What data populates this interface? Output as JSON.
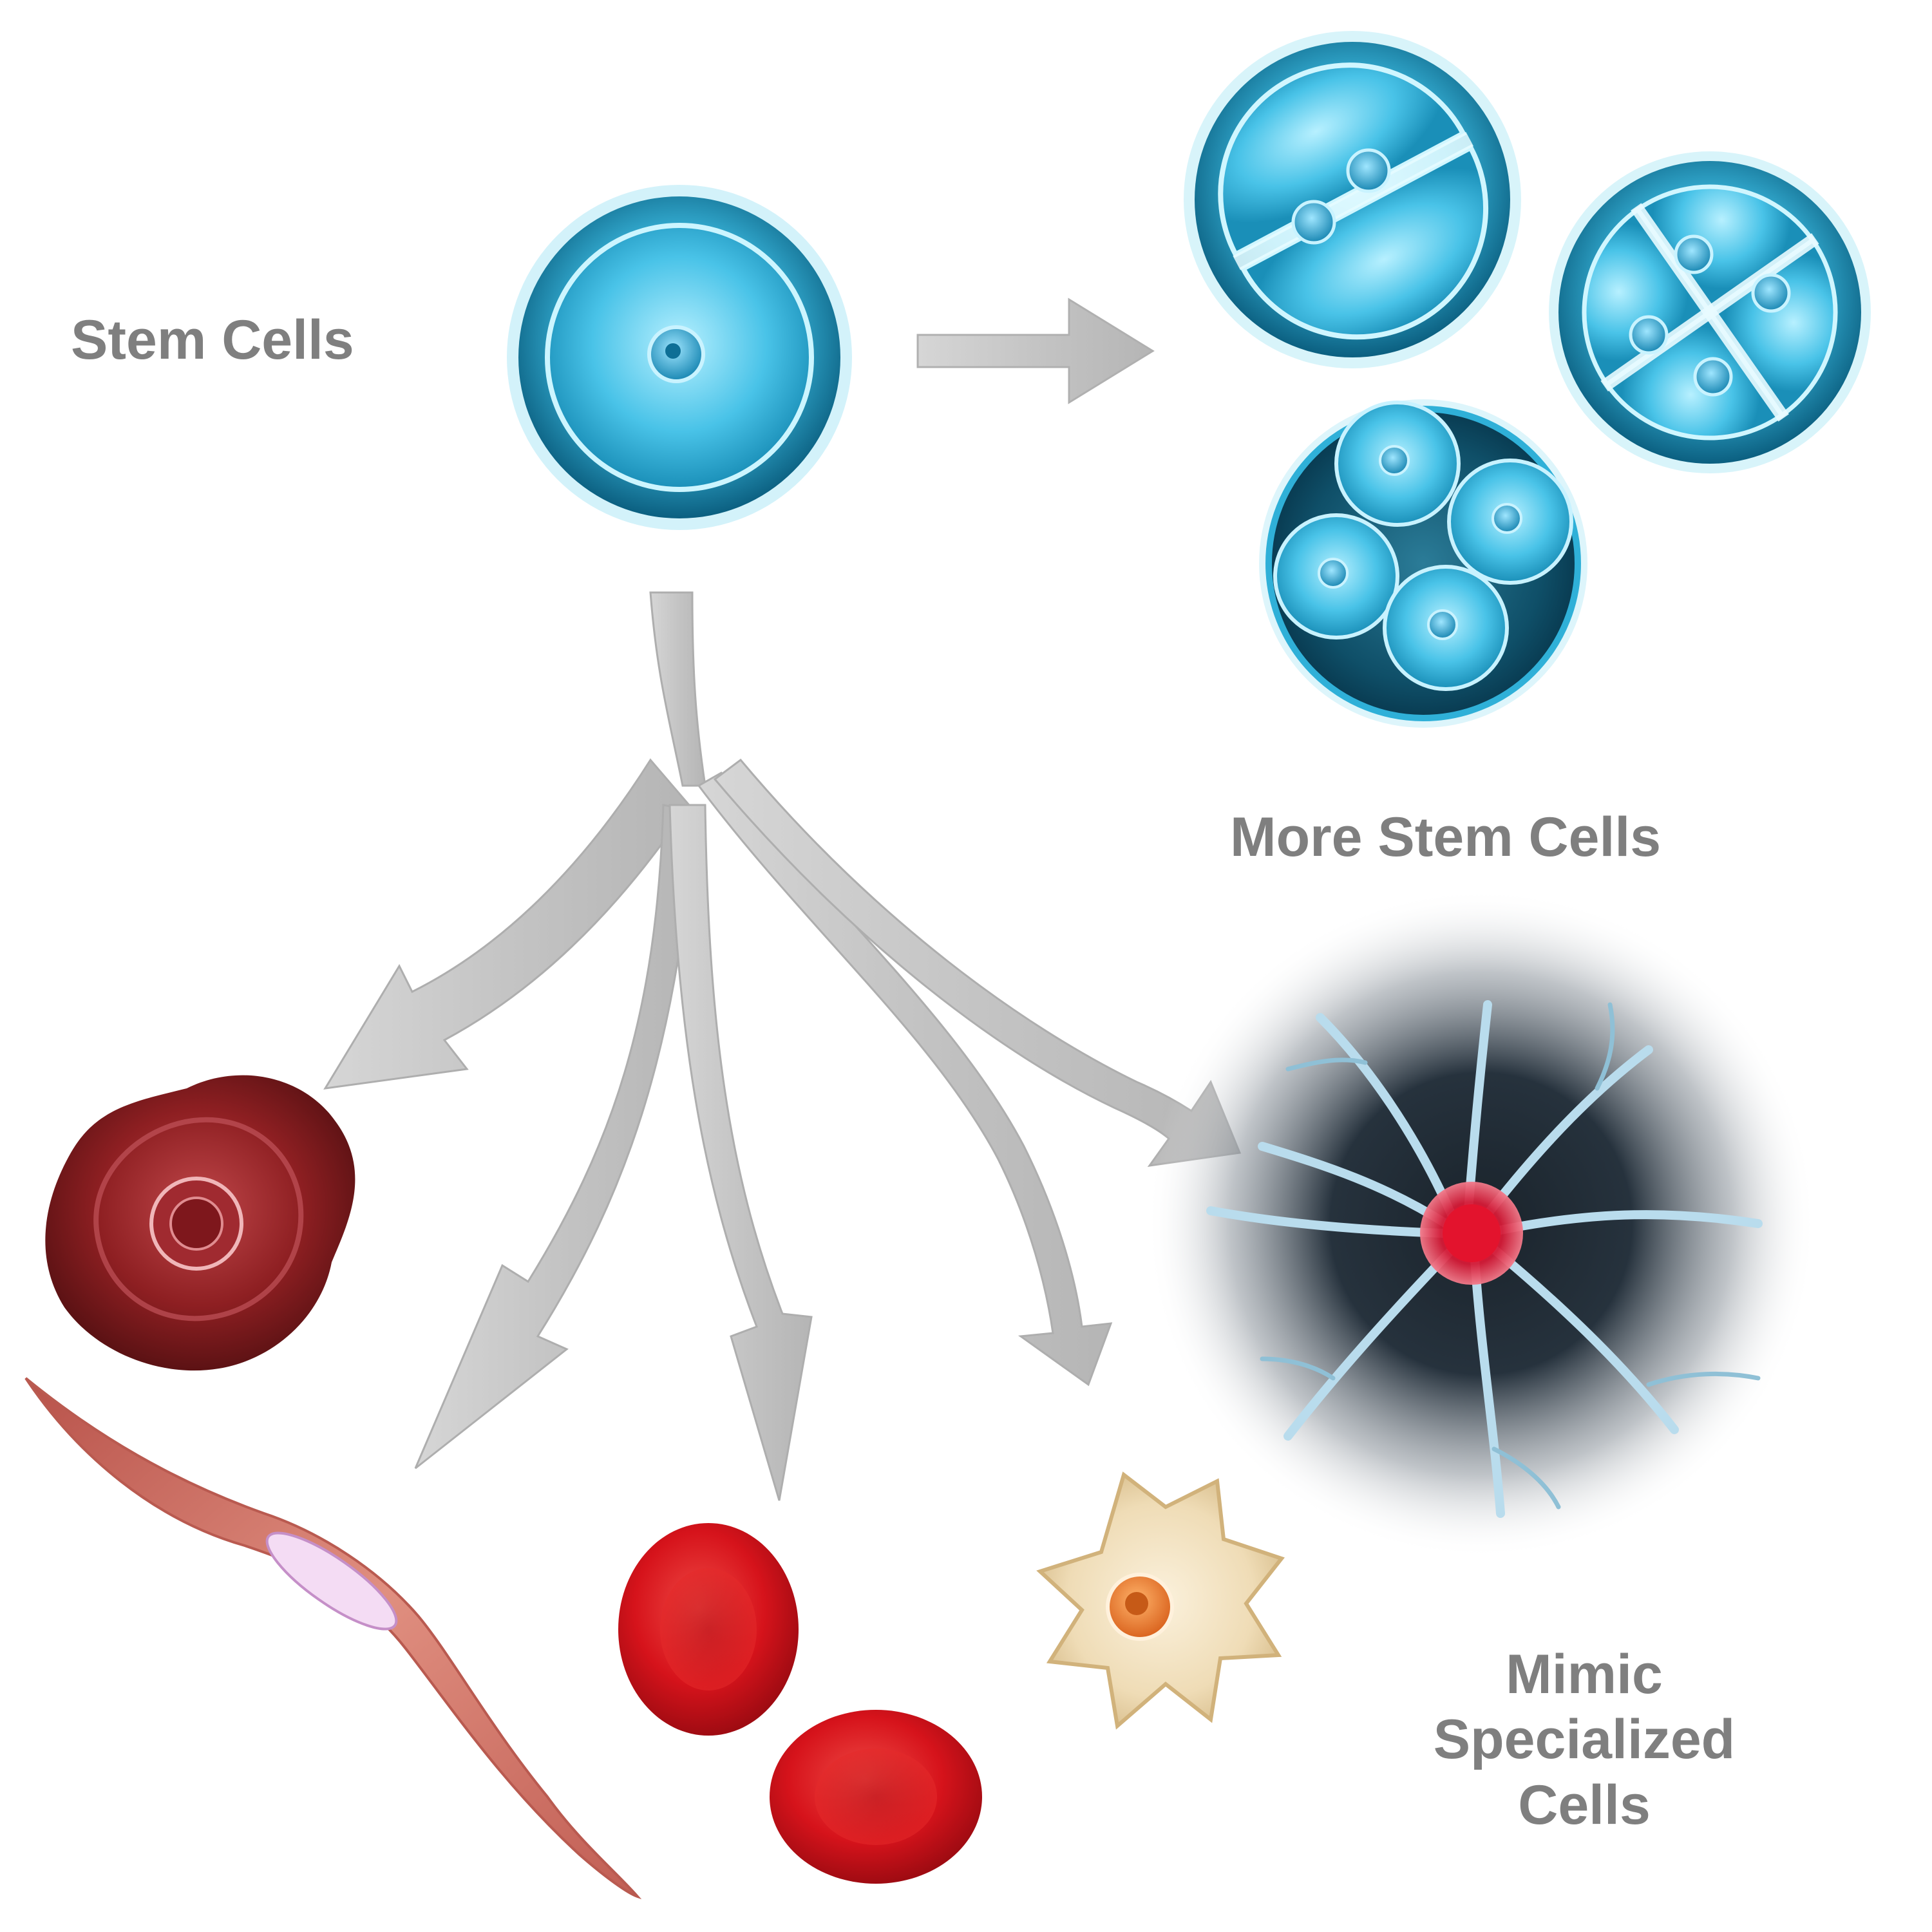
{
  "labels": {
    "stem_cells": "Stem Cells",
    "more_stem_cells": "More Stem Cells",
    "mimic_specialized_cells": "Mimic Specialized Cells"
  },
  "colors": {
    "stem_blue": "#2aa3c9",
    "arrow_gray": "#c9c9c9",
    "label_gray": "#7f7f7f",
    "red_blood": "#d5141d",
    "dark_red": "#8e1f22",
    "muscle_pink": "#d98070",
    "bone_cream": "#efdcb6",
    "neuron_dark": "#1a232b"
  }
}
